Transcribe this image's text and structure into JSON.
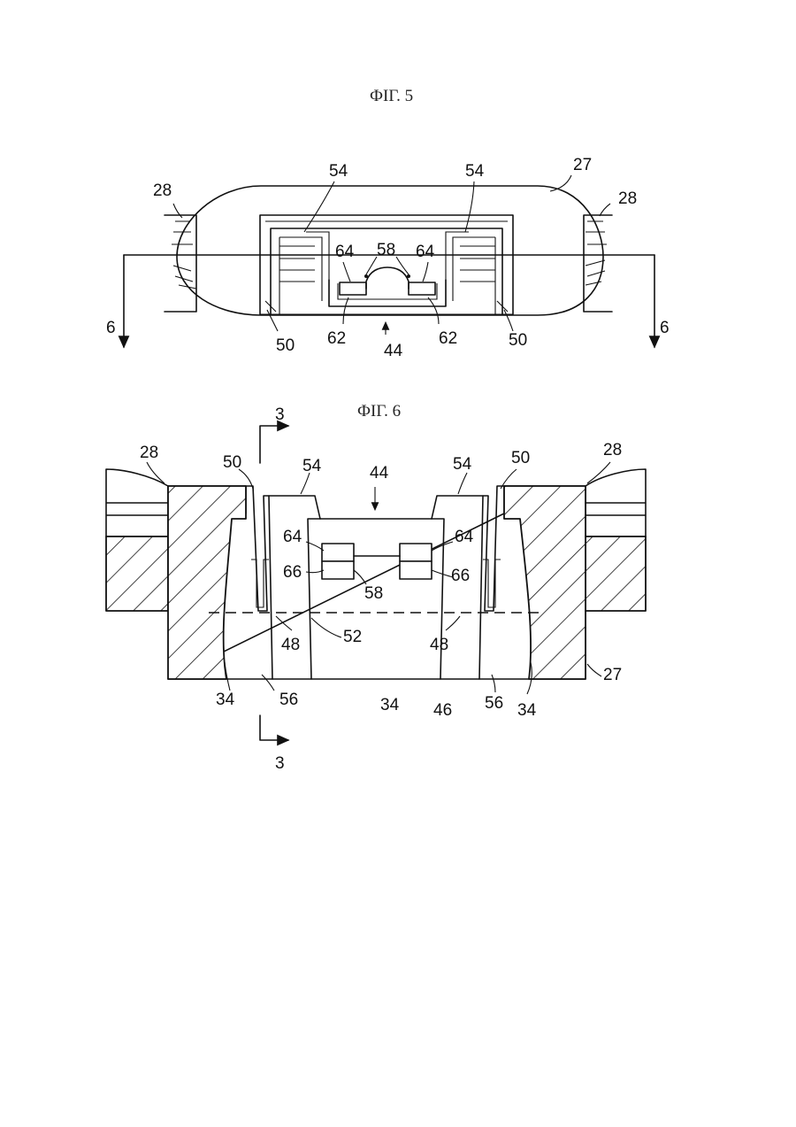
{
  "figures": [
    {
      "title": "ФIГ. 5",
      "labels": [
        "27",
        "28",
        "28",
        "54",
        "54",
        "64",
        "58",
        "64",
        "62",
        "44",
        "62",
        "50",
        "50",
        "6",
        "6"
      ]
    },
    {
      "title": "ФIГ. 6",
      "labels": [
        "3",
        "3",
        "28",
        "28",
        "50",
        "54",
        "44",
        "54",
        "50",
        "64",
        "64",
        "66",
        "66",
        "58",
        "48",
        "52",
        "48",
        "27",
        "34",
        "56",
        "34",
        "46",
        "56",
        "34"
      ]
    }
  ]
}
